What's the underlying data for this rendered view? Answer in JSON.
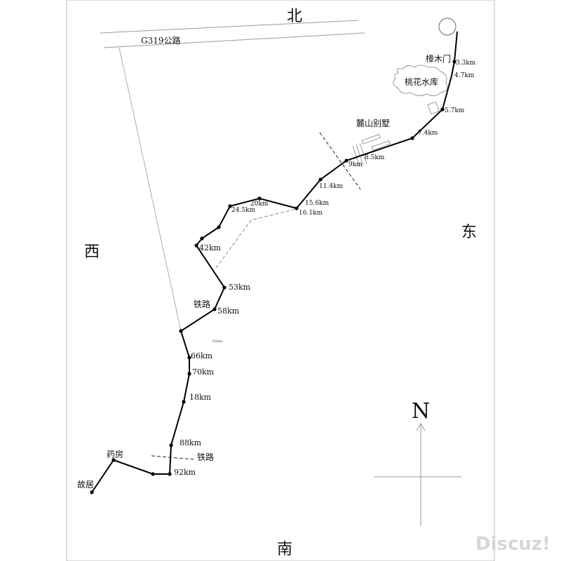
{
  "directions": {
    "north": "北",
    "south": "南",
    "east": "东",
    "west": "西"
  },
  "compass": {
    "label": "N"
  },
  "highway": {
    "label": "G319公路"
  },
  "places": {
    "zhangmumen": "樟木门",
    "taohua_reservoir": "桃花水库",
    "lushan_villa": "麓山别墅",
    "railway_upper": "铁路",
    "railway_lower": "铁路",
    "pharmacy": "药房",
    "former_residence": "故居"
  },
  "distances": {
    "d3_3": "3.3km",
    "d4_7": "4.7km",
    "d5_7": "5.7km",
    "d7_4": "7.4km",
    "d8_5": "8.5km",
    "d9": "9km",
    "d11_4": "11.4km",
    "d15_6": "15.6km",
    "d16_1": "16.1km",
    "d20": "20km",
    "d24_5": "24.5km",
    "d42": "42km",
    "d53": "53km",
    "d58": "58km",
    "d92small": "92km",
    "d66": "66km",
    "d70": "70km",
    "d18": "18km",
    "d88": "88km",
    "d92": "92km"
  },
  "watermark": "Discuz!"
}
